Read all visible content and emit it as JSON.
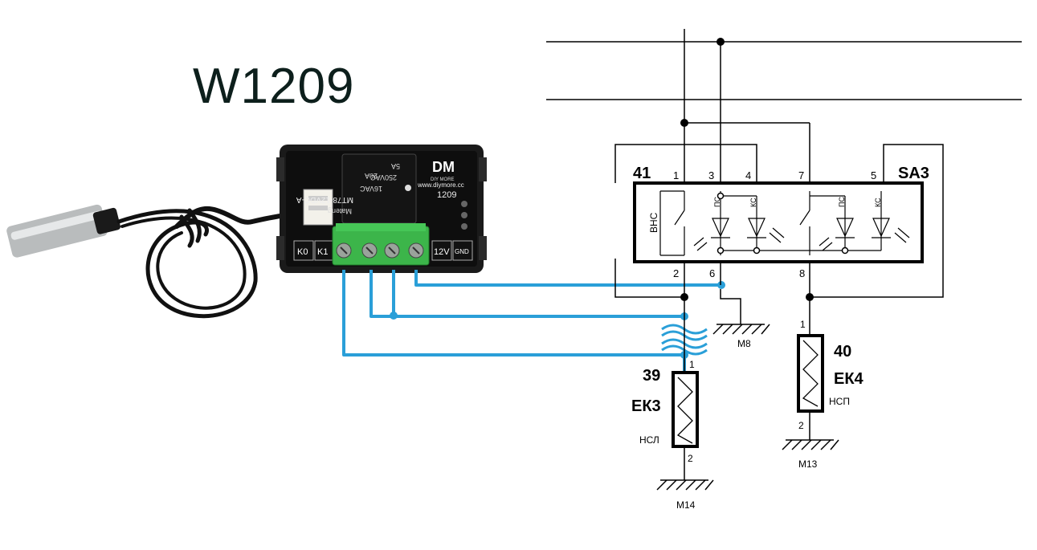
{
  "title": "W1209",
  "module": {
    "brand": "DM",
    "brand_sub": "DIY MORE",
    "website": "www.diymore.cc",
    "model": "1209",
    "relay_lines": [
      "5A",
      "250VAC",
      "16VAC",
      "20A",
      "MT78-12VDC-A",
      "Mateng"
    ],
    "labels": {
      "k0": "K0",
      "k1": "K1",
      "v12": "12V",
      "gnd": "GND"
    }
  },
  "switch": {
    "ref_num": "41",
    "ref": "SA3",
    "side_label": "ВНС",
    "pins_top": [
      "1",
      "3",
      "4",
      "7",
      "5"
    ],
    "pins_bottom": [
      "2",
      "6",
      "8"
    ],
    "led_labels": [
      "ПС",
      "КС",
      "ПС",
      "КС"
    ]
  },
  "heater_left": {
    "num": "39",
    "name": "ЕК3",
    "code": "НСЛ",
    "pin_top": "1",
    "pin_bottom": "2",
    "ground": "М14"
  },
  "heater_right": {
    "num": "40",
    "name": "ЕК4",
    "code": "НСП",
    "pin_top": "1",
    "pin_bottom": "2",
    "ground": "М13"
  },
  "ground_mid": "М8",
  "colors": {
    "wire": "#2a9fd8",
    "terminal": "#3cb54a",
    "board": "#151515",
    "schematic": "#000000"
  }
}
